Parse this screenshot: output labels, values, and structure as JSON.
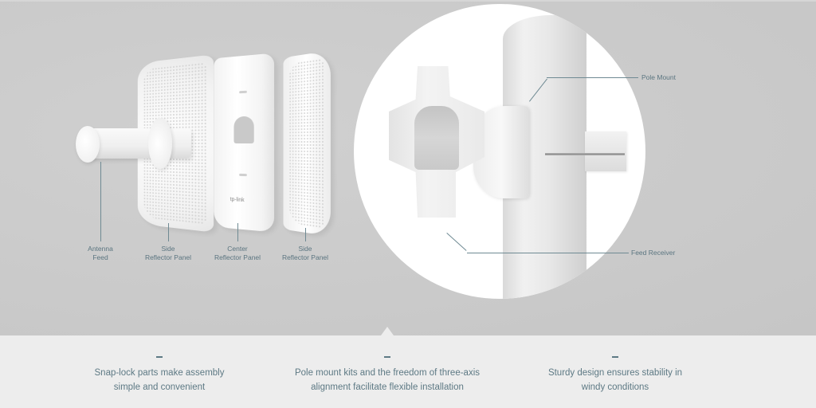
{
  "exploded_view": {
    "labels": [
      {
        "line1": "Antenna",
        "line2": "Feed"
      },
      {
        "line1": "Side",
        "line2": "Reflector Panel"
      },
      {
        "line1": "Center",
        "line2": "Reflector Panel"
      },
      {
        "line1": "Side",
        "line2": "Reflector Panel"
      }
    ],
    "panel_logo": "tp-link"
  },
  "mount_view": {
    "labels": {
      "pole_mount": "Pole Mount",
      "feed_receiver": "Feed Receiver"
    }
  },
  "features": [
    {
      "line1": "Snap-lock parts make assembly",
      "line2": "simple and convenient"
    },
    {
      "line1": "Pole mount kits and the freedom of three-axis",
      "line2": "alignment facilitate flexible installation"
    },
    {
      "line1": "Sturdy design ensures stability in",
      "line2": "windy conditions"
    }
  ],
  "colors": {
    "hero_bg": "#cacaca",
    "footer_bg": "#ededed",
    "accent_text": "#5d7984",
    "leader_line": "#6f8a93"
  }
}
